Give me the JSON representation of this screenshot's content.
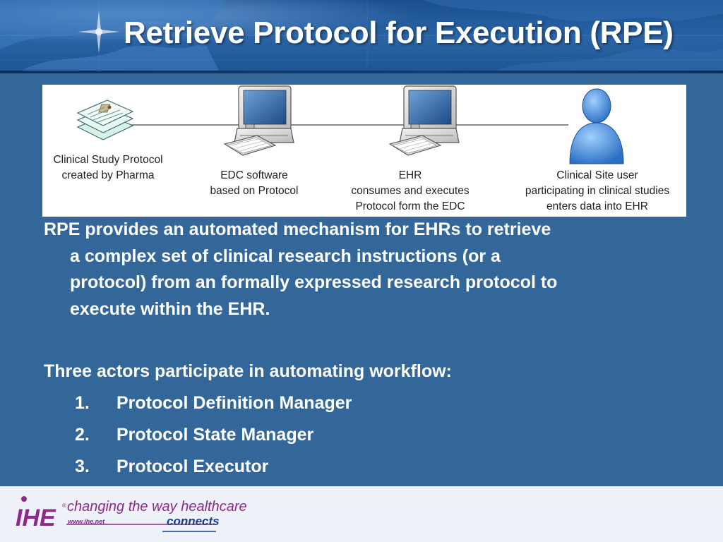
{
  "slide": {
    "title": "Retrieve Protocol for Execution (RPE)"
  },
  "diagram": {
    "nodes": [
      {
        "icon": "document-stack-icon",
        "caption_lines": [
          "Clinical Study Protocol",
          "created by Pharma"
        ]
      },
      {
        "icon": "computer-icon",
        "caption_lines": [
          "EDC software",
          "based on Protocol"
        ]
      },
      {
        "icon": "computer-icon",
        "caption_lines": [
          "EHR",
          "consumes and executes",
          "Protocol form the EDC"
        ]
      },
      {
        "icon": "user-icon",
        "caption_lines": [
          "Clinical Site user",
          "participating in clinical studies",
          "enters data into EHR"
        ]
      }
    ]
  },
  "body": {
    "paragraph1_lines": [
      "RPE provides an automated mechanism for EHRs to retrieve",
      "a complex set of clinical research instructions (or a",
      "protocol) from an formally expressed research protocol to",
      "execute within the EHR."
    ],
    "paragraph2": "Three actors participate in automating workflow:",
    "actors": [
      {
        "number": "1.",
        "label": "Protocol Definition Manager"
      },
      {
        "number": "2.",
        "label": "Protocol State Manager"
      },
      {
        "number": "3.",
        "label": "Protocol Executor"
      }
    ]
  },
  "footer": {
    "logo_text": "IHE",
    "tagline": "changing the way healthcare",
    "tagline_connects": "connects",
    "url": "www.ihe.net"
  },
  "colors": {
    "background": "#33679a",
    "title_text": "#ffffff",
    "logo_purple": "#8a2a8a",
    "logo_blue": "#1e3c8c"
  }
}
